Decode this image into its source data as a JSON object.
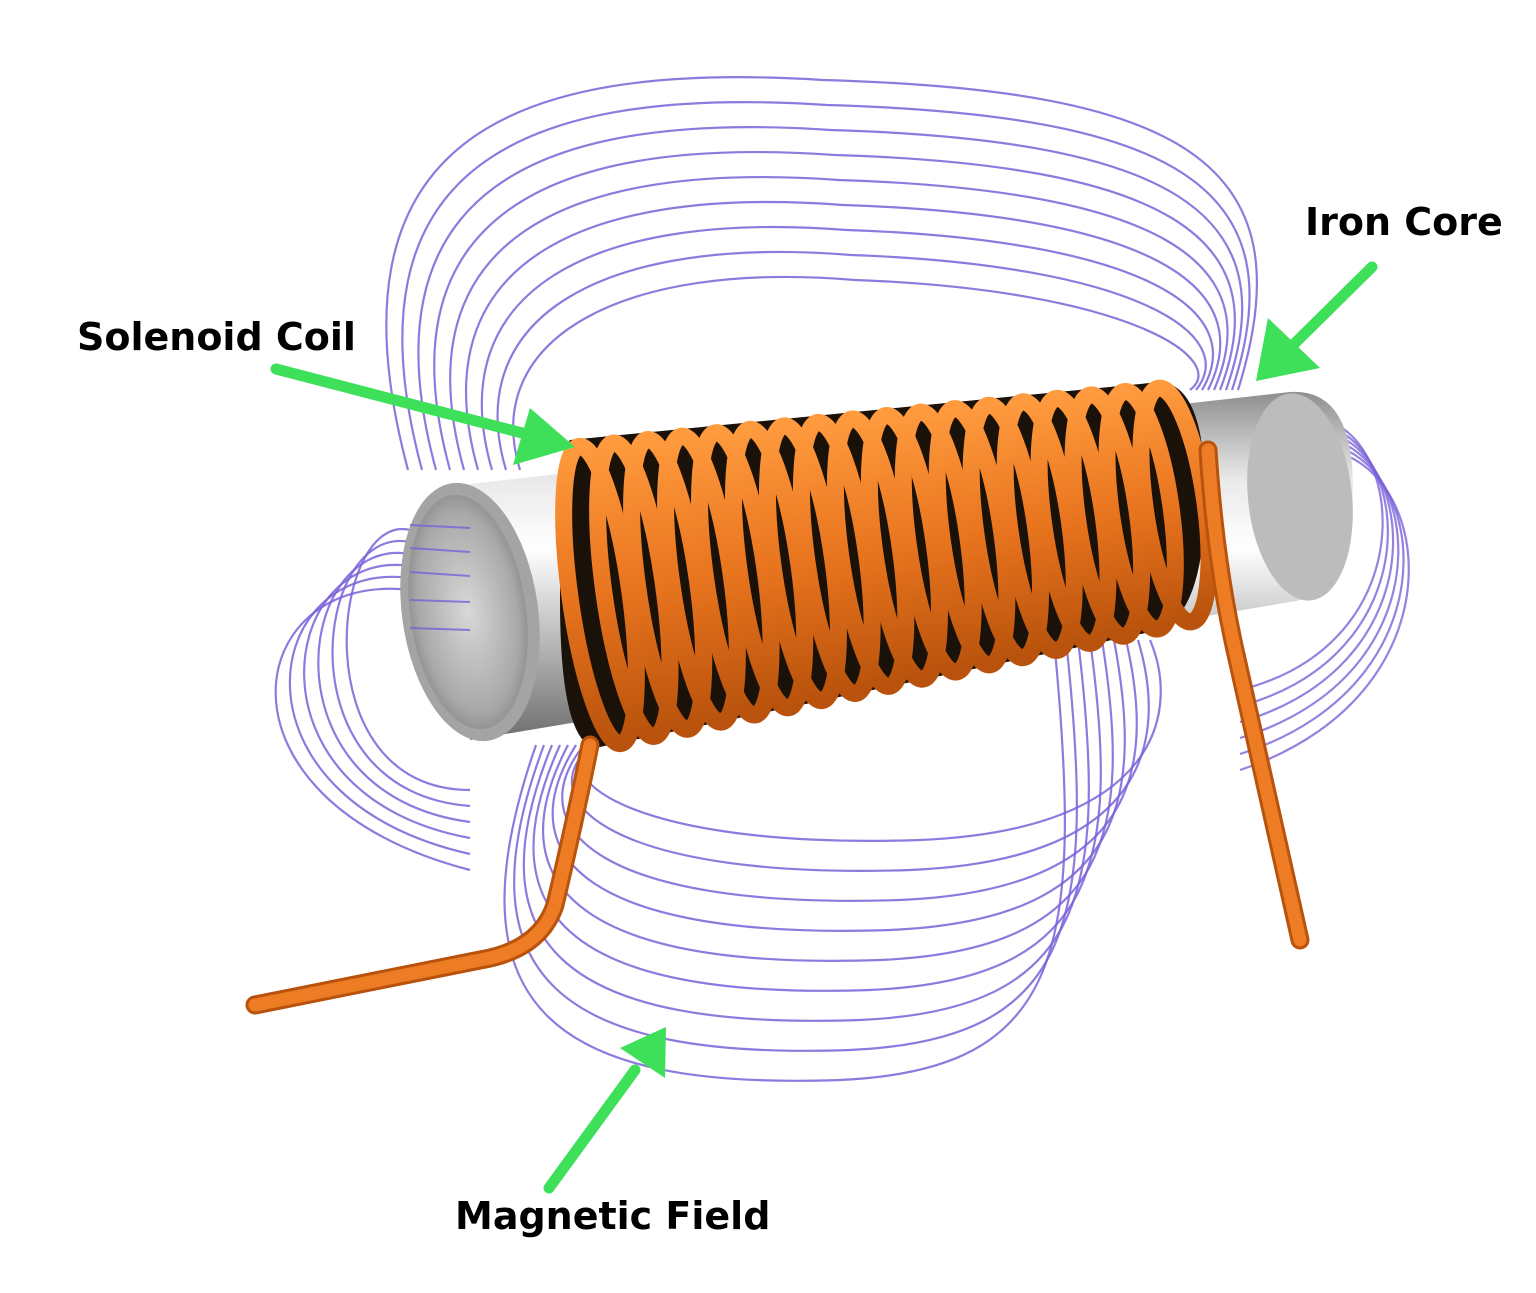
{
  "labels": {
    "iron_core": "Iron Core",
    "solenoid_coil": "Solenoid Coil",
    "magnetic_field": "Magnetic Field"
  },
  "colors": {
    "background": "#ffffff",
    "field_line": "#7a62d8",
    "copper": "#e8741e",
    "copper_dark": "#1a1208",
    "core_metal": "#cfcfcf",
    "arrow": "#3ee05a",
    "label_text": "#000000"
  },
  "icons": {
    "iron_core_pointer": "arrow-icon",
    "solenoid_coil_pointer": "arrow-icon",
    "magnetic_field_pointer": "arrow-icon"
  }
}
